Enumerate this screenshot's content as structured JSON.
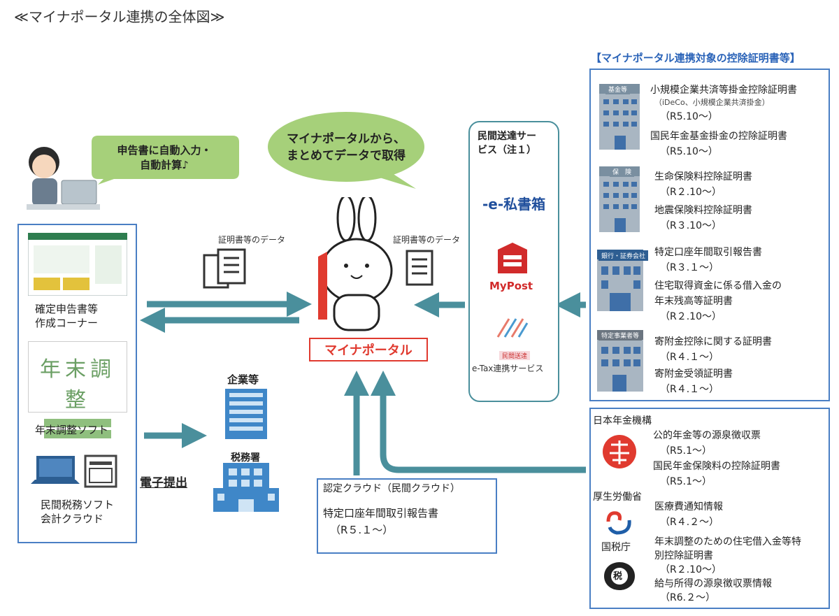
{
  "title": "≪マイナポータル連携の全体図≫",
  "left_panel": {
    "kakutei": [
      "確定申告書等",
      "作成コーナー"
    ],
    "nenmatsu_label": "年末調整ソフト",
    "nenmatsu_logo": "年末調整",
    "minkan": [
      "民間税務ソフト",
      "会計クラウド"
    ]
  },
  "speech_left": [
    "申告書に自動入力・",
    "自動計算♪"
  ],
  "speech_center": [
    "マイナポータルから、",
    "まとめてデータで取得"
  ],
  "data_label_left": "証明書等のデータ",
  "data_label_right": "証明書等のデータ",
  "myna_label": "マイナポータル",
  "denshi": "電子提出",
  "kigyo": "企業等",
  "zeimusho": "税務署",
  "service_panel": {
    "title": [
      "民間送達サー",
      "ビス（注１）"
    ],
    "eshisho": "-e-私書箱",
    "mypost": "MyPost",
    "etax_badge": "民間送達",
    "etax": "e-Tax連携サービス"
  },
  "right_header": "【マイナポータル連携対象の控除証明書等】",
  "cert_groups": [
    {
      "badge": "基金等",
      "lines": [
        "小規模企業共済等掛金控除証明書",
        "（iDeCo、小規模企業共済掛金）",
        "（R5.10～）",
        "国民年金基金掛金の控除証明書",
        "（R5.10～）"
      ]
    },
    {
      "badge": "保　険",
      "lines": [
        "生命保険料控除証明書",
        "（R２.10～）",
        "地震保険料控除証明書",
        "（R３.10～）"
      ]
    },
    {
      "badge": "銀行・証券会社",
      "lines": [
        "特定口座年間取引報告書",
        "（R３.１～）",
        "住宅取得資金に係る借入金の",
        "年末残高等証明書",
        "（R２.10～）"
      ]
    },
    {
      "badge": "特定事業者等",
      "lines": [
        "寄附金控除に関する証明書",
        "（R４.１～）",
        "寄附金受領証明書",
        "（R４.１～）"
      ]
    }
  ],
  "pension_panel": {
    "org1": "日本年金機構",
    "org1_lines": [
      "公的年金等の源泉徴収票",
      "（R5.1～）",
      "国民年金保険料の控除証明書",
      "（R5.1～）"
    ],
    "org2": "厚生労働省",
    "org2_lines": [
      "医療費通知情報",
      "（R４.２～）"
    ],
    "org3": "国税庁",
    "org3_lines": [
      "年末調整のための住宅借入金等特",
      "別控除証明書",
      "（R２.10～）",
      "給与所得の源泉徴収票情報",
      "（R6.２～）"
    ],
    "seal_text": "税"
  },
  "cloud_panel": {
    "title": "認定クラウド（民間クラウド）",
    "line1": "特定口座年間取引報告書",
    "line2": "（R５.１～）"
  },
  "colors": {
    "arrow": "#4a8f9c",
    "panel_border": "#4a7fc4",
    "red": "#e03a2f",
    "bubble": "#a6d07a"
  }
}
